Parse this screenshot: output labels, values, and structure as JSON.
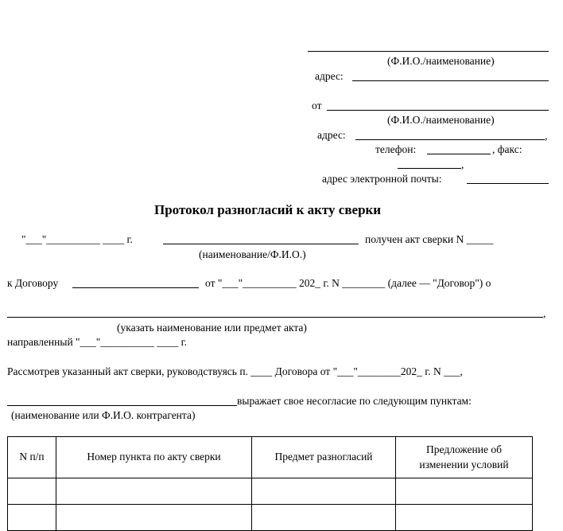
{
  "header": {
    "name_caption_1": "(Ф.И.О./наименование)",
    "address_label_1": "адрес:",
    "from_label": "от",
    "name_caption_2": "(Ф.И.О./наименование)",
    "address_label_2": "адрес:",
    "phone_label": "телефон:",
    "fax_label": ", факс:",
    "email_label": "адрес электронной почты:"
  },
  "title": "Протокол разногласий к акту сверки",
  "body": {
    "line1_date": "\"___\"__________  ____  г.",
    "line1_received": "получен  акт сверки N _____",
    "caption_name": "(наименование/Ф.И.О.)",
    "contract_prefix": "к Договору",
    "contract_date": "от \"___\"__________ 202_ г. N ________ (далее — \"Договор\") о",
    "comma": ",",
    "caption_act": "(указать наименование или предмет акта)",
    "sent_line": "направленный \"___\"__________ ____ г.",
    "review_line": "Рассмотрев указанный акт сверки, руководствуясь п. ____ Договора от \"___\"________202_ г. N ___,",
    "disagree_text": "выражает свое несогласие по следующим пунктам:",
    "caption_counterparty": "(наименование или Ф.И.О. контрагента)"
  },
  "table": {
    "headers": [
      "N п/п",
      "Номер пункта по акту сверки",
      "Предмет разногласий",
      "Предложение об изменении условий"
    ]
  }
}
